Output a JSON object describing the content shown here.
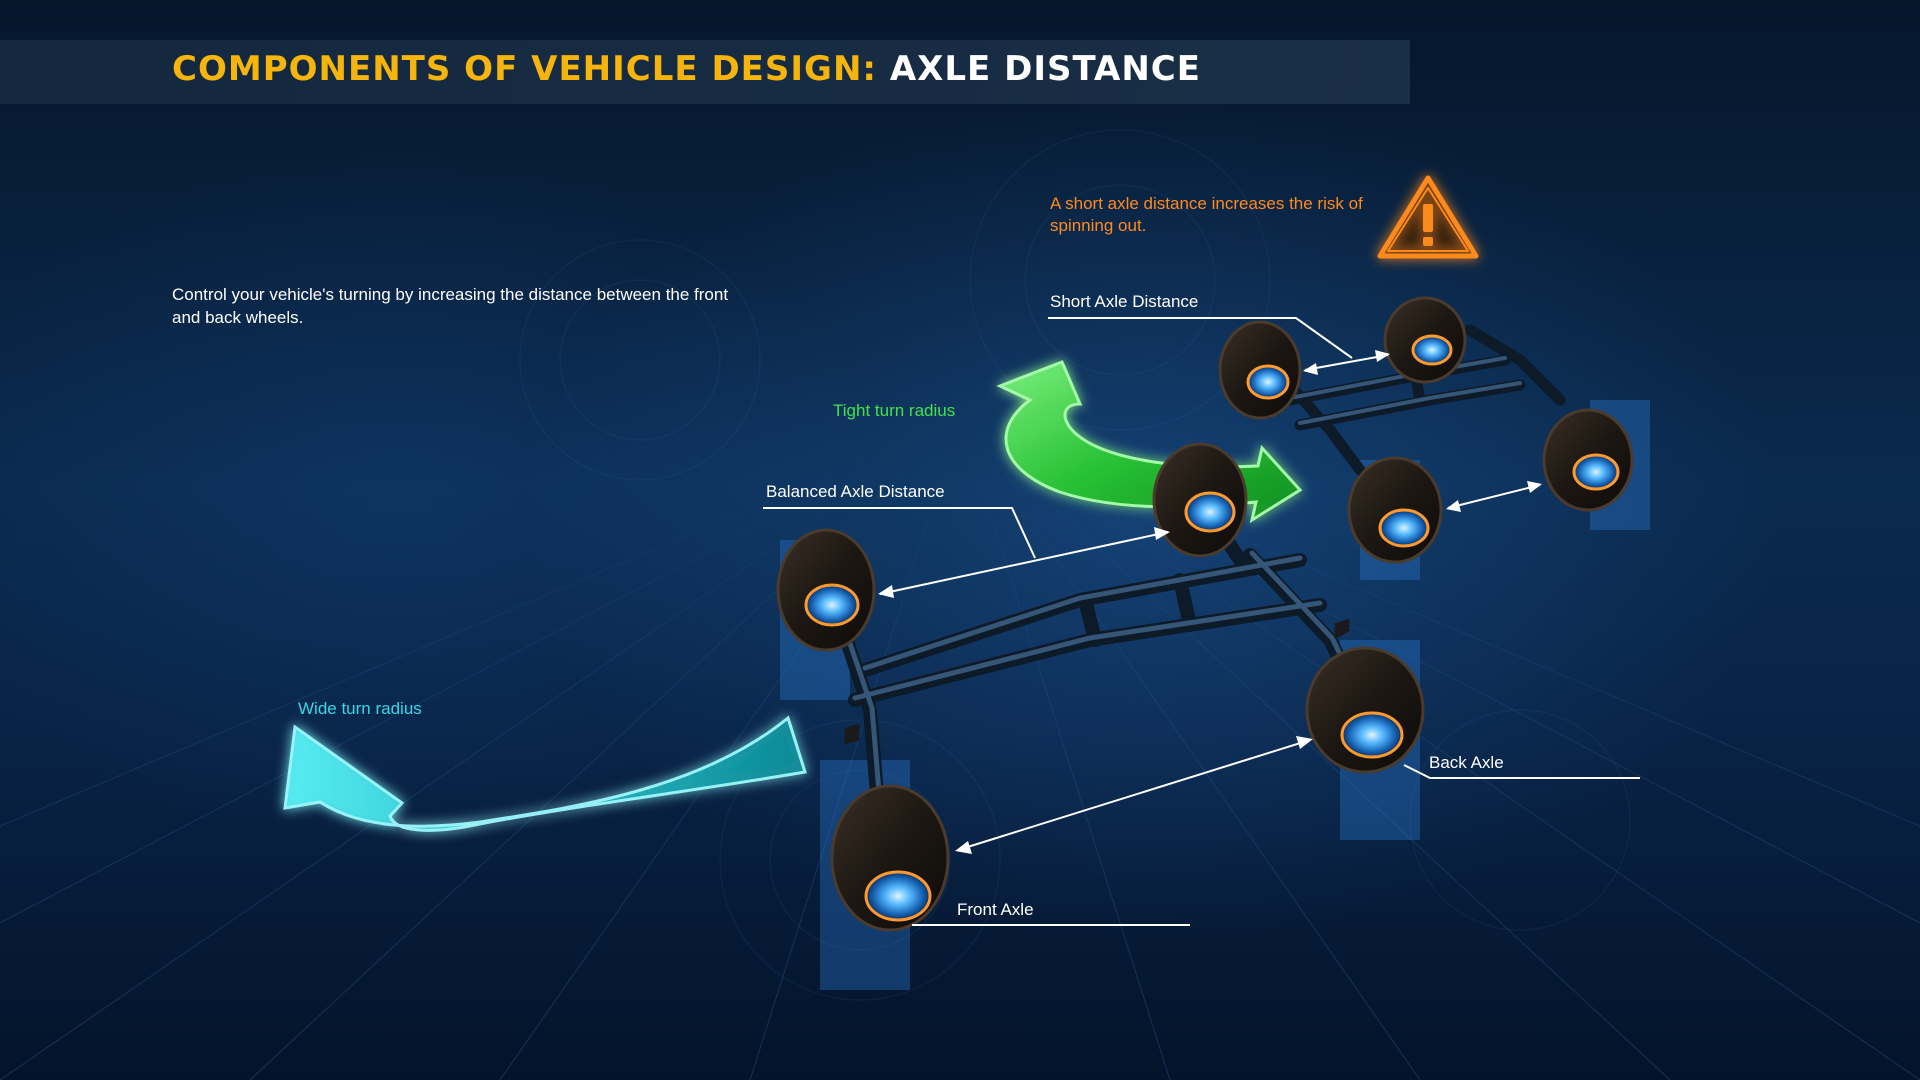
{
  "title": {
    "prefix": "COMPONENTS OF VEHICLE DESIGN:",
    "suffix": "AXLE DISTANCE"
  },
  "intro": "Control your vehicle's turning by increasing the distance between the front and back wheels.",
  "warning": {
    "text": "A short axle distance increases the risk of spinning out.",
    "icon": "warning-triangle-icon"
  },
  "labels": {
    "short_axle": "Short Axle Distance",
    "tight_turn": "Tight turn radius",
    "balanced_axle": "Balanced Axle Distance",
    "wide_turn": "Wide turn radius",
    "back_axle": "Back Axle",
    "front_axle": "Front Axle"
  },
  "colors": {
    "title_accent": "#f5b50c",
    "warning": "#ff8a1e",
    "tight_arrow": "#3ad14a",
    "wide_arrow": "#2fc8cf",
    "hub_glow": "#3da8ff",
    "hub_ring": "#ff9a2e"
  }
}
